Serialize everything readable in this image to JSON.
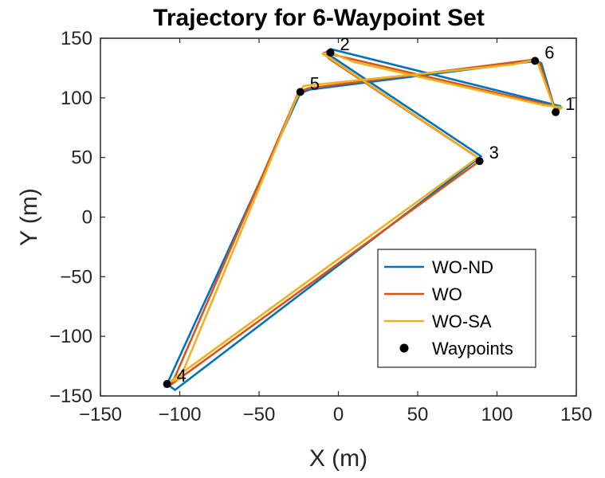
{
  "chart_data": {
    "type": "line",
    "title": "Trajectory for 6-Waypoint Set",
    "xlabel": "X (m)",
    "ylabel": "Y (m)",
    "xlim": [
      -150,
      150
    ],
    "ylim": [
      -150,
      150
    ],
    "xticks": [
      -150,
      -100,
      -50,
      0,
      50,
      100,
      150
    ],
    "yticks": [
      -150,
      -100,
      -50,
      0,
      50,
      100,
      150
    ],
    "xtick_labels": [
      "−150",
      "−100",
      "−50",
      "0",
      "50",
      "100",
      "150"
    ],
    "ytick_labels": [
      "−150",
      "−100",
      "−50",
      "0",
      "50",
      "100",
      "150"
    ],
    "grid": false,
    "legend_position": "lower-right",
    "series": [
      {
        "name": "WO-ND",
        "color": "#0072BD",
        "points": [
          [
            137,
            88
          ],
          [
            140,
            93
          ],
          [
            -5,
            141
          ],
          [
            -8,
            138
          ],
          [
            90,
            51
          ],
          [
            -103,
            -145
          ],
          [
            -108,
            -140
          ],
          [
            -24,
            104
          ],
          [
            -18,
            107
          ],
          [
            125,
            131
          ],
          [
            128,
            129
          ],
          [
            137,
            88
          ]
        ]
      },
      {
        "name": "WO",
        "color": "#D95319",
        "points": [
          [
            137,
            88
          ],
          [
            139,
            92
          ],
          [
            -9,
            138
          ],
          [
            -6,
            133
          ],
          [
            90,
            48
          ],
          [
            -106,
            -141
          ],
          [
            -103,
            -134
          ],
          [
            -25,
            105
          ],
          [
            -19,
            108
          ],
          [
            123,
            132
          ],
          [
            127,
            129
          ],
          [
            137,
            88
          ]
        ]
      },
      {
        "name": "WO-SA",
        "color": "#EDB120",
        "points": [
          [
            137,
            88
          ],
          [
            141,
            92
          ],
          [
            129,
            94
          ],
          [
            10,
            130
          ],
          [
            -5,
            138
          ],
          [
            -10,
            137
          ],
          [
            -5,
            133
          ],
          [
            88,
            50
          ],
          [
            -100,
            -132
          ],
          [
            -106,
            -138
          ],
          [
            -100,
            -136
          ],
          [
            -27,
            98
          ],
          [
            -22,
            110
          ],
          [
            110,
            128
          ],
          [
            125,
            132
          ],
          [
            137,
            88
          ]
        ]
      }
    ],
    "waypoints": {
      "name": "Waypoints",
      "color": "#000000",
      "points": [
        {
          "label": "1",
          "x": 137,
          "y": 88
        },
        {
          "label": "2",
          "x": -5,
          "y": 138
        },
        {
          "label": "3",
          "x": 89,
          "y": 47
        },
        {
          "label": "4",
          "x": -108,
          "y": -140
        },
        {
          "label": "5",
          "x": -24,
          "y": 105
        },
        {
          "label": "6",
          "x": 124,
          "y": 131
        }
      ]
    }
  }
}
